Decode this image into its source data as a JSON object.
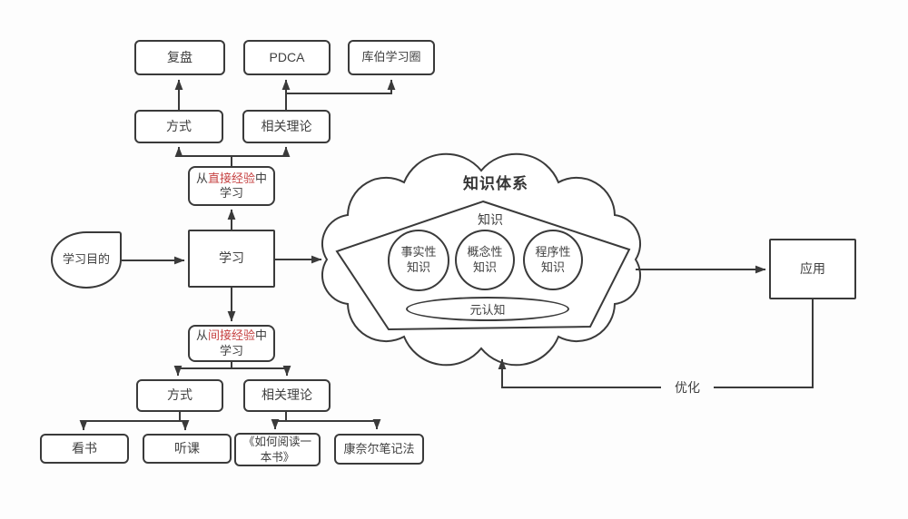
{
  "colors": {
    "line": "#3a3a3a",
    "text": "#3f3f3f",
    "highlight_red": "#c64242",
    "background": "#fdfdfd"
  },
  "nodes": {
    "review": {
      "label": "复盘"
    },
    "pdca": {
      "label": "PDCA"
    },
    "kolb_circle": {
      "label": "库伯学习圈"
    },
    "method_top": {
      "label": "方式"
    },
    "theory_top": {
      "label": "相关理论"
    },
    "direct": {
      "prefix": "从",
      "highlight": "直接经验",
      "suffix": "中",
      "line2": "学习"
    },
    "purpose": {
      "label": "学习目的"
    },
    "learning": {
      "label": "学习"
    },
    "indirect": {
      "prefix": "从",
      "highlight": "间接经验",
      "suffix": "中",
      "line2": "学习"
    },
    "method_bottom": {
      "label": "方式"
    },
    "theory_bottom": {
      "label": "相关理论"
    },
    "read_books": {
      "label": "看书"
    },
    "attend_lectures": {
      "label": "听课"
    },
    "how_to_read": {
      "label": "《如何阅读一本书》"
    },
    "cornell_notes": {
      "label": "康奈尔笔记法"
    },
    "application": {
      "label": "应用"
    }
  },
  "knowledge_cloud": {
    "title": "知识体系",
    "pentagon_label": "知识",
    "circles": [
      {
        "line1": "事实性",
        "line2": "知识"
      },
      {
        "line1": "概念性",
        "line2": "知识"
      },
      {
        "line1": "程序性",
        "line2": "知识"
      }
    ],
    "ellipse_label": "元认知"
  },
  "edges": {
    "optimize_label": "优化"
  }
}
